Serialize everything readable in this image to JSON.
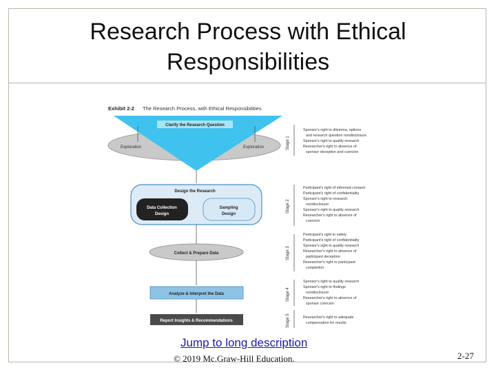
{
  "slide": {
    "title_line1": "Research Process with Ethical",
    "title_line2": "Responsibilities",
    "link_label": "Jump to long description",
    "copyright": "© 2019 Mc.Graw-Hill Education.",
    "page_number": "2-27"
  },
  "exhibit": {
    "number": "Exhibit 2-2",
    "caption": "The Research Process, with Ethical Responsibilities",
    "funnel_label": "Clarify the Research Question",
    "exploration_left": "Exploration",
    "exploration_right": "Exploration",
    "design_label": "Design the Research",
    "data_collection_line1": "Data Collection",
    "data_collection_line2": "Design",
    "sampling_line1": "Sampling",
    "sampling_line2": "Design",
    "collect_label": "Collect & Prepare Data",
    "analyze_label": "Analyze & Interpret the Data",
    "report_label": "Report Insights & Recommendations",
    "stages": [
      {
        "label": "Stage 1",
        "items": [
          "Sponsor's right to dilemma, options",
          "and research question nondisclosure",
          "Sponsor's right to quality research",
          "Researcher's right to absence of",
          "sponsor deception and coercion"
        ]
      },
      {
        "label": "Stage 2",
        "items": [
          "Participant's right of informed consent",
          "Participant's right of confidentiality",
          "Sponsor's right to research",
          "nondisclosure",
          "Sponsor's right to quality research",
          "Researcher's right to absence of",
          "coercion"
        ]
      },
      {
        "label": "Stage 3",
        "items": [
          "Participant's right to safety",
          "Participant's right of confidentiality",
          "Sponsor's right to quality research",
          "Researcher's right to absence of",
          "participant deception",
          "Researcher's right to participant",
          "completion"
        ]
      },
      {
        "label": "Stage 4",
        "items": [
          "Sponsor's right to quality research",
          "Sponsor's right to findings",
          "nondisclosure",
          "Researcher's right to absence of",
          "sponsor coercion"
        ]
      },
      {
        "label": "Stage 5",
        "items": [
          "Researcher's right to adequate",
          "compensation for results"
        ]
      }
    ]
  },
  "colors": {
    "funnel": "#3fc2ee",
    "oval_gray": "#c9c9c9",
    "design_box": "#dcebf6",
    "dark_pill": "#222222",
    "light_pill": "#d7e9f7",
    "analyze_bar": "#8ec3e6",
    "report_bar": "#4b4b4b",
    "border": "#b7b7a8",
    "link": "#1a1aa6"
  }
}
